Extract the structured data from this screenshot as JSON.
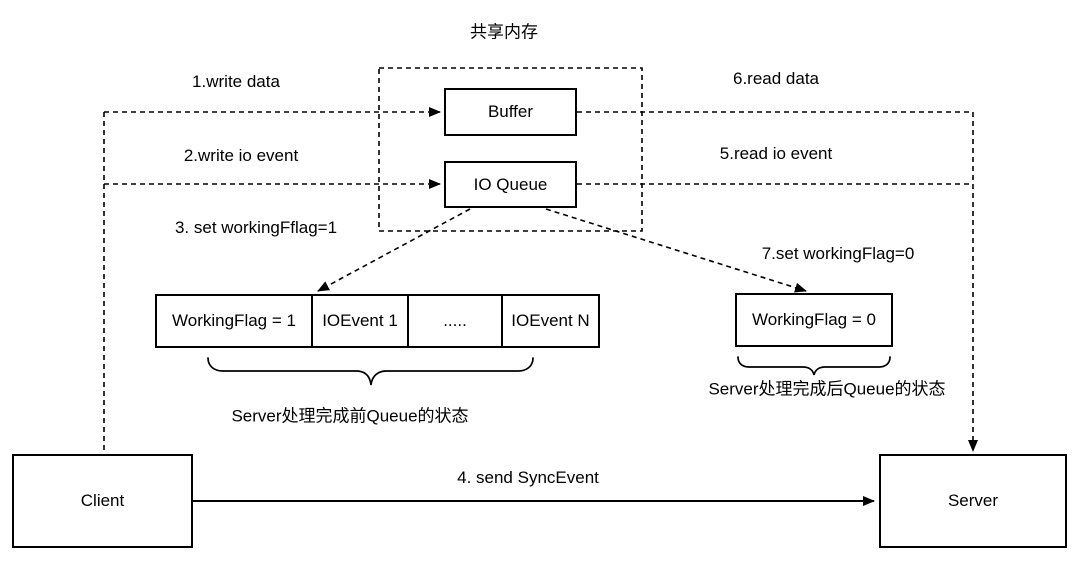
{
  "title": "共享内存",
  "shared_memory": {
    "buffer_label": "Buffer",
    "io_queue_label": "IO Queue"
  },
  "flow_labels": {
    "write_data": "1.write data",
    "write_io_event": "2.write io event",
    "set_working_flag_1": "3. set workingFflag=1",
    "send_sync_event": "4. send SyncEvent",
    "read_io_event": "5.read io event",
    "read_data": "6.read data",
    "set_working_flag_0": "7.set workingFlag=0"
  },
  "queue_before": {
    "cells": [
      "WorkingFlag = 1",
      "IOEvent 1",
      ".....",
      "IOEvent N"
    ],
    "caption": "Server处理完成前Queue的状态"
  },
  "queue_after": {
    "value": "WorkingFlag = 0",
    "caption": "Server处理完成后Queue的状态"
  },
  "nodes": {
    "client": "Client",
    "server": "Server"
  },
  "colors": {
    "stroke": "#000000",
    "background": "#ffffff"
  }
}
